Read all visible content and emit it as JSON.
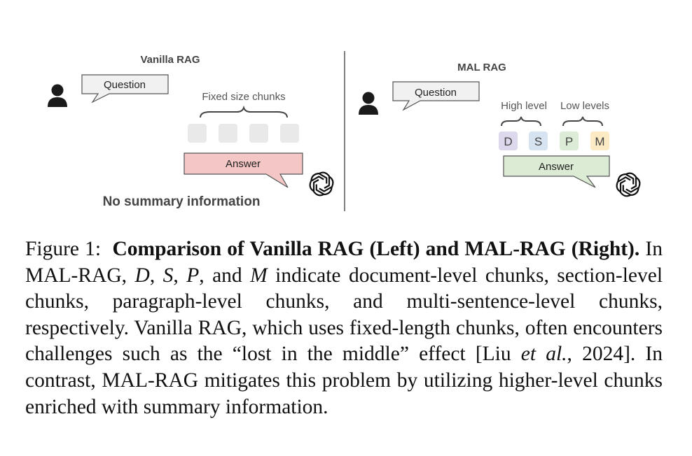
{
  "figure": {
    "left": {
      "title": "Vanilla RAG",
      "question_label": "Question",
      "chunks_label": "Fixed size chunks",
      "answer_label": "Answer",
      "footer": "No summary information"
    },
    "right": {
      "title": "MAL RAG",
      "question_label": "Question",
      "high_label": "High level",
      "low_label": "Low levels",
      "chunks": [
        "D",
        "S",
        "P",
        "M"
      ],
      "answer_label": "Answer"
    },
    "colors": {
      "question_fill": "#f1f1f1",
      "answer_left_fill": "#f4c7c6",
      "answer_right_fill": "#dcebd3",
      "chunk_gray": "#e9e9e9",
      "chunk_D": "#ddd8ec",
      "chunk_S": "#d6e4f2",
      "chunk_P": "#dcebd6",
      "chunk_M": "#fbeac3"
    },
    "icons": [
      "user-icon",
      "openai-logo-icon"
    ]
  },
  "caption": {
    "fig_label": "Figure 1:",
    "bold_title": "Comparison of Vanilla RAG (Left) and MAL-RAG (Right).",
    "t1": "In MAL-RAG,",
    "v1": "D",
    "t2": ",",
    "v2": "S",
    "t3": ",",
    "v3": "P",
    "t4": ", and",
    "v4": "M",
    "t5": "indicate document-level chunks, section-level chunks, paragraph-level chunks, and multi-sentence-level chunks, respectively. Vanilla RAG, which uses fixed-length chunks, often encounters challenges such as the “lost in the middle” effect [Liu",
    "etal": "et al.",
    "t6": ", 2024]. In contrast, MAL-RAG mitigates this problem by utilizing higher-level chunks enriched with summary information."
  }
}
